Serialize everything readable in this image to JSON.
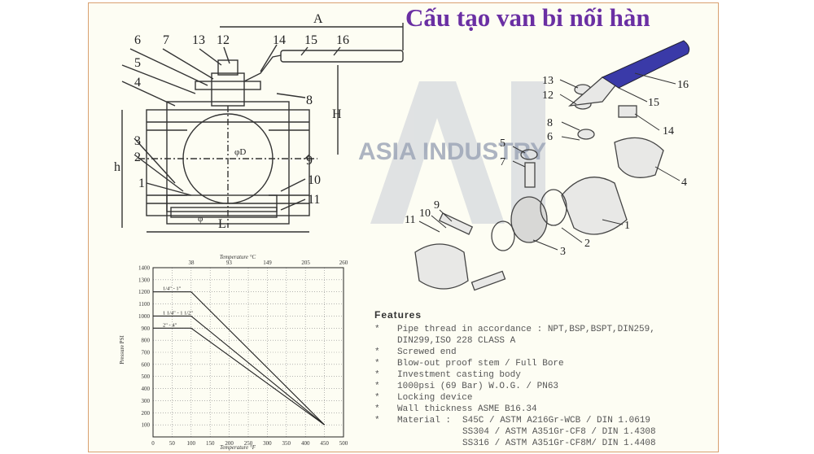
{
  "title": "Cấu tạo van bi nối hàn",
  "watermark": {
    "text": "ASIA INDUSTRY",
    "letters": "AI",
    "color": "#9aa3b5"
  },
  "colors": {
    "frame": "#d9a070",
    "title": "#6a2fa3",
    "handle": "#3a3aa8",
    "line": "#333333"
  },
  "section_drawing": {
    "callouts": [
      "6",
      "7",
      "13",
      "12",
      "14",
      "15",
      "16",
      "5",
      "4",
      "8",
      "3",
      "2",
      "1",
      "9",
      "10",
      "11"
    ],
    "dims": {
      "A": "A",
      "H": "H",
      "h": "h",
      "L": "L",
      "phi_D": "φD",
      "phi": "φ"
    }
  },
  "exploded_view": {
    "callouts": [
      "13",
      "12",
      "16",
      "15",
      "14",
      "8",
      "6",
      "5",
      "7",
      "4",
      "9",
      "10",
      "11",
      "1",
      "2",
      "3"
    ]
  },
  "chart_data": {
    "type": "line",
    "title": "",
    "xlabel": "Temperature °F",
    "ylabel": "Pressure PSI",
    "x2label": "Temperature °C",
    "x_ticks": [
      "0",
      "50",
      "100",
      "150",
      "200",
      "250",
      "300",
      "350",
      "400",
      "450",
      "500"
    ],
    "x2_ticks": [
      "38",
      "93",
      "149",
      "205",
      "260"
    ],
    "y_ticks": [
      "100",
      "200",
      "300",
      "400",
      "500",
      "600",
      "700",
      "800",
      "900",
      "1000",
      "1100",
      "1200",
      "1300",
      "1400"
    ],
    "xlim": [
      0,
      500
    ],
    "ylim": [
      0,
      1400
    ],
    "grid": true,
    "series": [
      {
        "name": "1/4\" - 1\"",
        "x": [
          0,
          100,
          450
        ],
        "y": [
          1200,
          1200,
          100
        ]
      },
      {
        "name": "1 1/4\" - 1 1/2\"",
        "x": [
          0,
          100,
          450
        ],
        "y": [
          1000,
          1000,
          100
        ]
      },
      {
        "name": "2\" - 4\"",
        "x": [
          0,
          100,
          450
        ],
        "y": [
          900,
          900,
          100
        ]
      }
    ]
  },
  "features": {
    "heading": "Features",
    "bullet": "*",
    "items": [
      "Pipe thread in accordance : NPT,BSP,BSPT,DIN259,",
      "DIN299,ISO 228 CLASS A",
      "Screwed end",
      "Blow-out proof stem / Full Bore",
      "Investment casting body",
      "1000psi (69 Bar) W.O.G. / PN63",
      "Locking device",
      "Wall thickness ASME B16.34"
    ],
    "material_label": "Material :",
    "materials": [
      "S45C  / ASTM A216Gr-WCB / DIN 1.0619",
      "SS304 / ASTM A351Gr-CF8 / DIN 1.4308",
      "SS316 / ASTM A351Gr-CF8M/ DIN 1.4408"
    ]
  }
}
